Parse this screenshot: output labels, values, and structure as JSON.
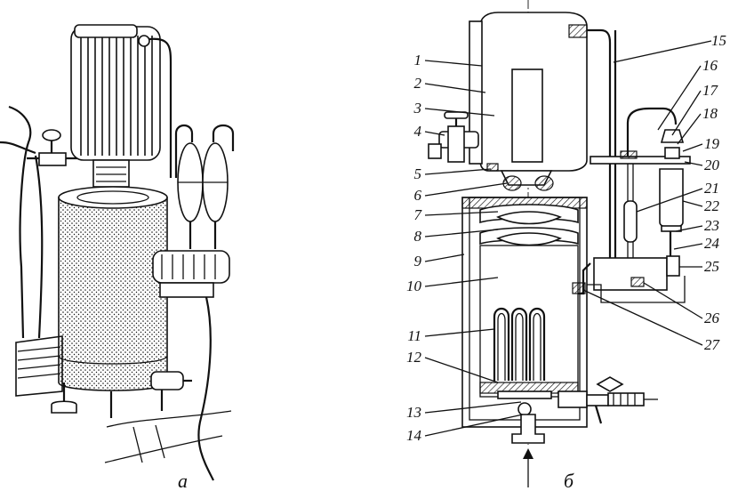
{
  "captions": {
    "left": "а",
    "right": "б"
  },
  "left_labels": [
    "1",
    "2",
    "3",
    "4",
    "5",
    "6",
    "7",
    "8",
    "9",
    "10",
    "11",
    "12",
    "13",
    "14"
  ],
  "right_labels": [
    "15",
    "16",
    "17",
    "18",
    "19",
    "20",
    "21",
    "22",
    "23",
    "24",
    "25",
    "26",
    "27"
  ]
}
